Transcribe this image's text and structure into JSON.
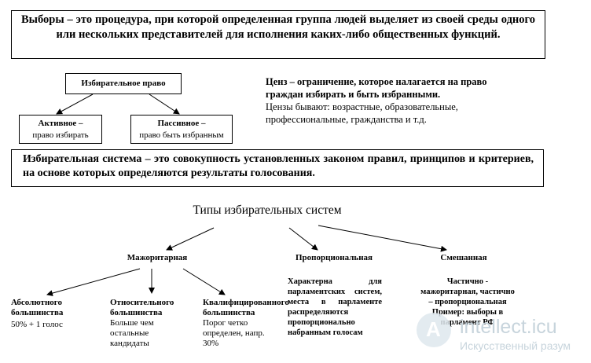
{
  "top_box": {
    "text": "Выборы – это процедура, при которой определенная группа людей выделяет из своей среды одного или нескольких представителей для исполнения каких-либо общественных функций."
  },
  "rights": {
    "root": "Избирательное право",
    "active_title": "Активное –",
    "active_sub": "право избирать",
    "passive_title": "Пассивное –",
    "passive_sub": "право быть избранным"
  },
  "census": {
    "definition": "Ценз – ограничение, которое налагается на право граждан избирать и быть избранными.",
    "types": "Цензы бывают: возрастные, образовательные, профессиональные, гражданства и т.д."
  },
  "system_box": {
    "text": "Избирательная система – это совокупность установленных законом правил, принципов и критериев, на основе которых определяются результаты голосования."
  },
  "types_title": "Типы избирательных систем",
  "majoritarian": {
    "title": "Мажоритарная",
    "absolute_title": "Абсолютного большинства",
    "absolute_desc": "50% + 1 голос",
    "relative_title": "Относительного большинства",
    "relative_desc": "Больше чем остальные кандидаты",
    "qualified_title": "Квалифицированного большинства",
    "qualified_desc": "Порог четко определен, напр. 30%"
  },
  "proportional": {
    "title": "Пропорциональная",
    "desc": "Характерна для парламентских систем, места в парламенте распределяются пропорционально набранным голосам"
  },
  "mixed": {
    "title": "Смешанная",
    "desc": "Частично - мажоритарная, частично – пропорциональная Пример: выборы в парламент РФ"
  },
  "watermark": {
    "logo_letter": "A",
    "title": "intellect.icu",
    "subtitle": "Искусственный разум"
  }
}
